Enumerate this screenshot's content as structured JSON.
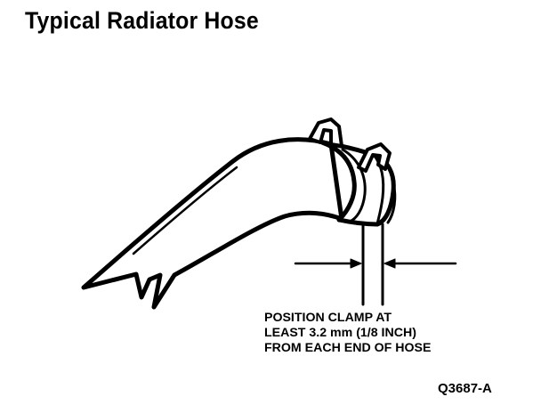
{
  "title": "Typical Radiator Hose",
  "callout": {
    "line1": "POSITION CLAMP AT",
    "line2": "LEAST 3.2 mm (1/8 INCH)",
    "line3": "FROM EACH END OF HOSE"
  },
  "figure_code": "Q3687-A",
  "colors": {
    "ink": "#000000",
    "paper": "#ffffff"
  }
}
